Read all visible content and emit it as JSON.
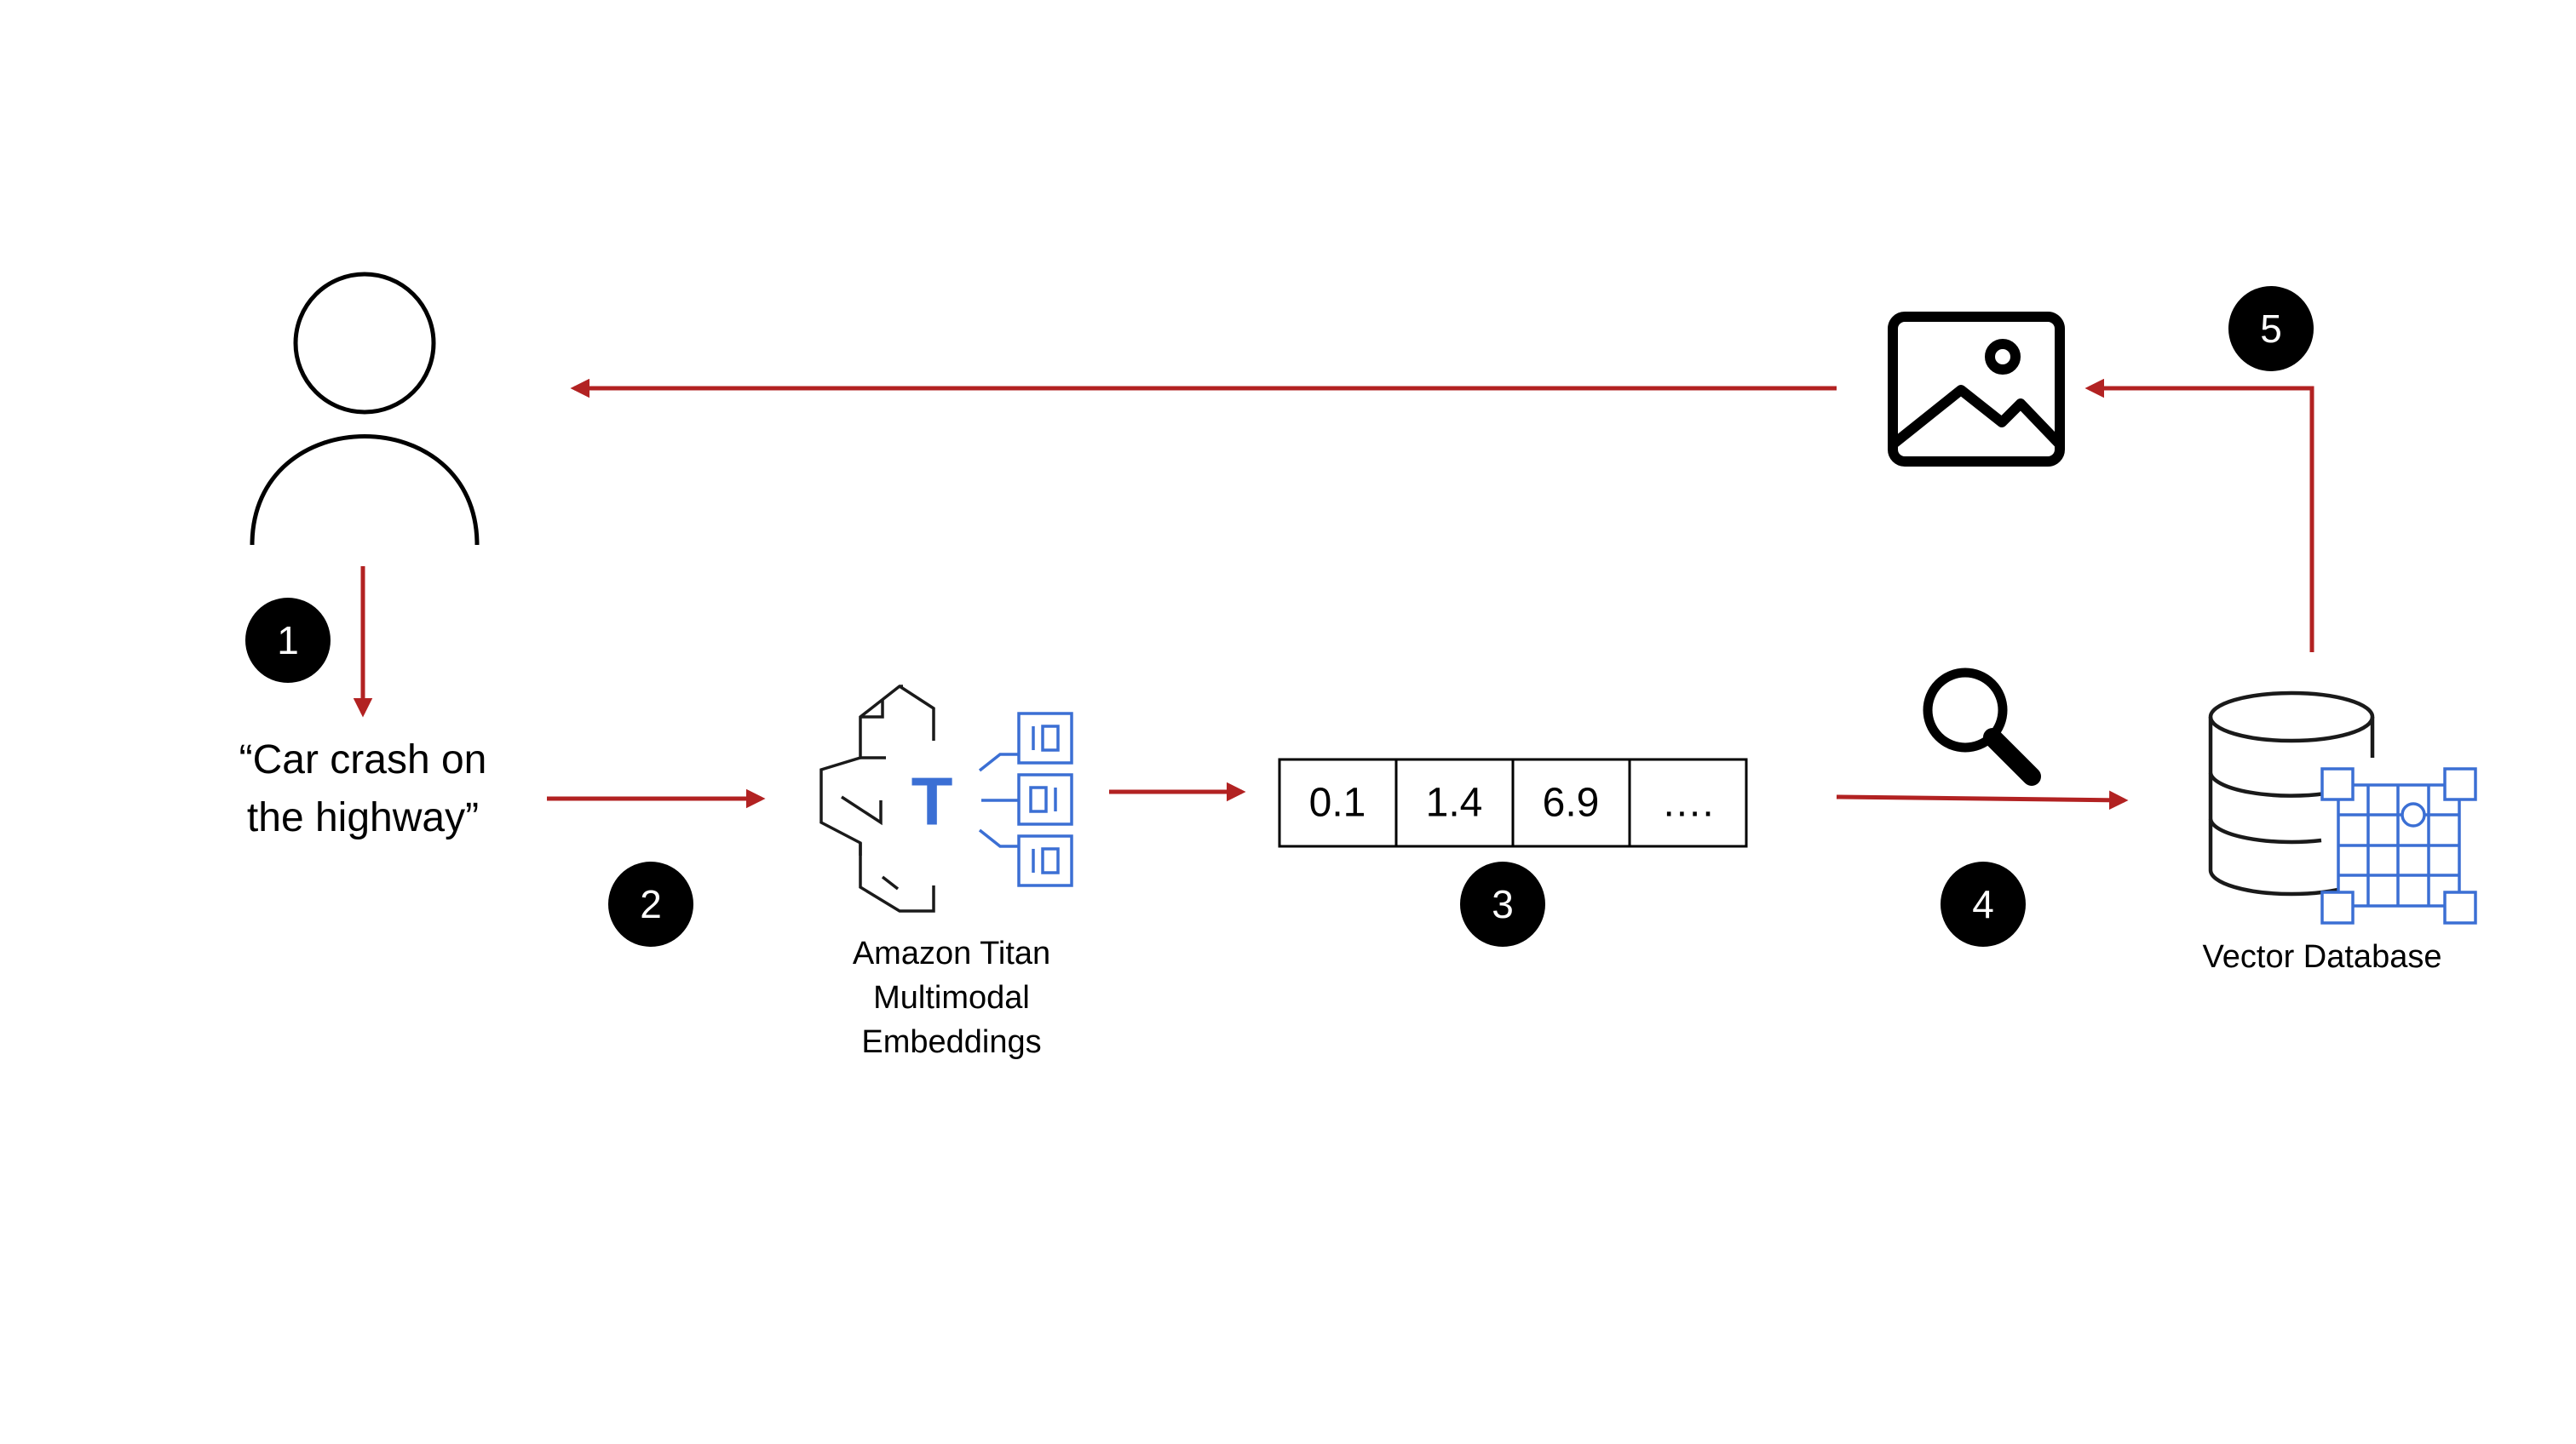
{
  "query": {
    "line1": "“Car crash on",
    "line2": "the highway”"
  },
  "model": {
    "line1": "Amazon Titan",
    "line2": "Multimodal",
    "line3": "Embeddings",
    "badge_letter": "T"
  },
  "vector": {
    "cells": [
      "0.1",
      "1.4",
      "6.9",
      "…."
    ]
  },
  "database": {
    "label": "Vector Database"
  },
  "steps": [
    "1",
    "2",
    "3",
    "4",
    "5"
  ],
  "icons": {
    "user": "user-icon",
    "image": "image-icon",
    "search": "search-icon",
    "database": "database-icon",
    "model": "titan-model-icon"
  },
  "colors": {
    "arrow": "#b22222",
    "accent_blue": "#3b6fd4",
    "badge": "#000000"
  }
}
